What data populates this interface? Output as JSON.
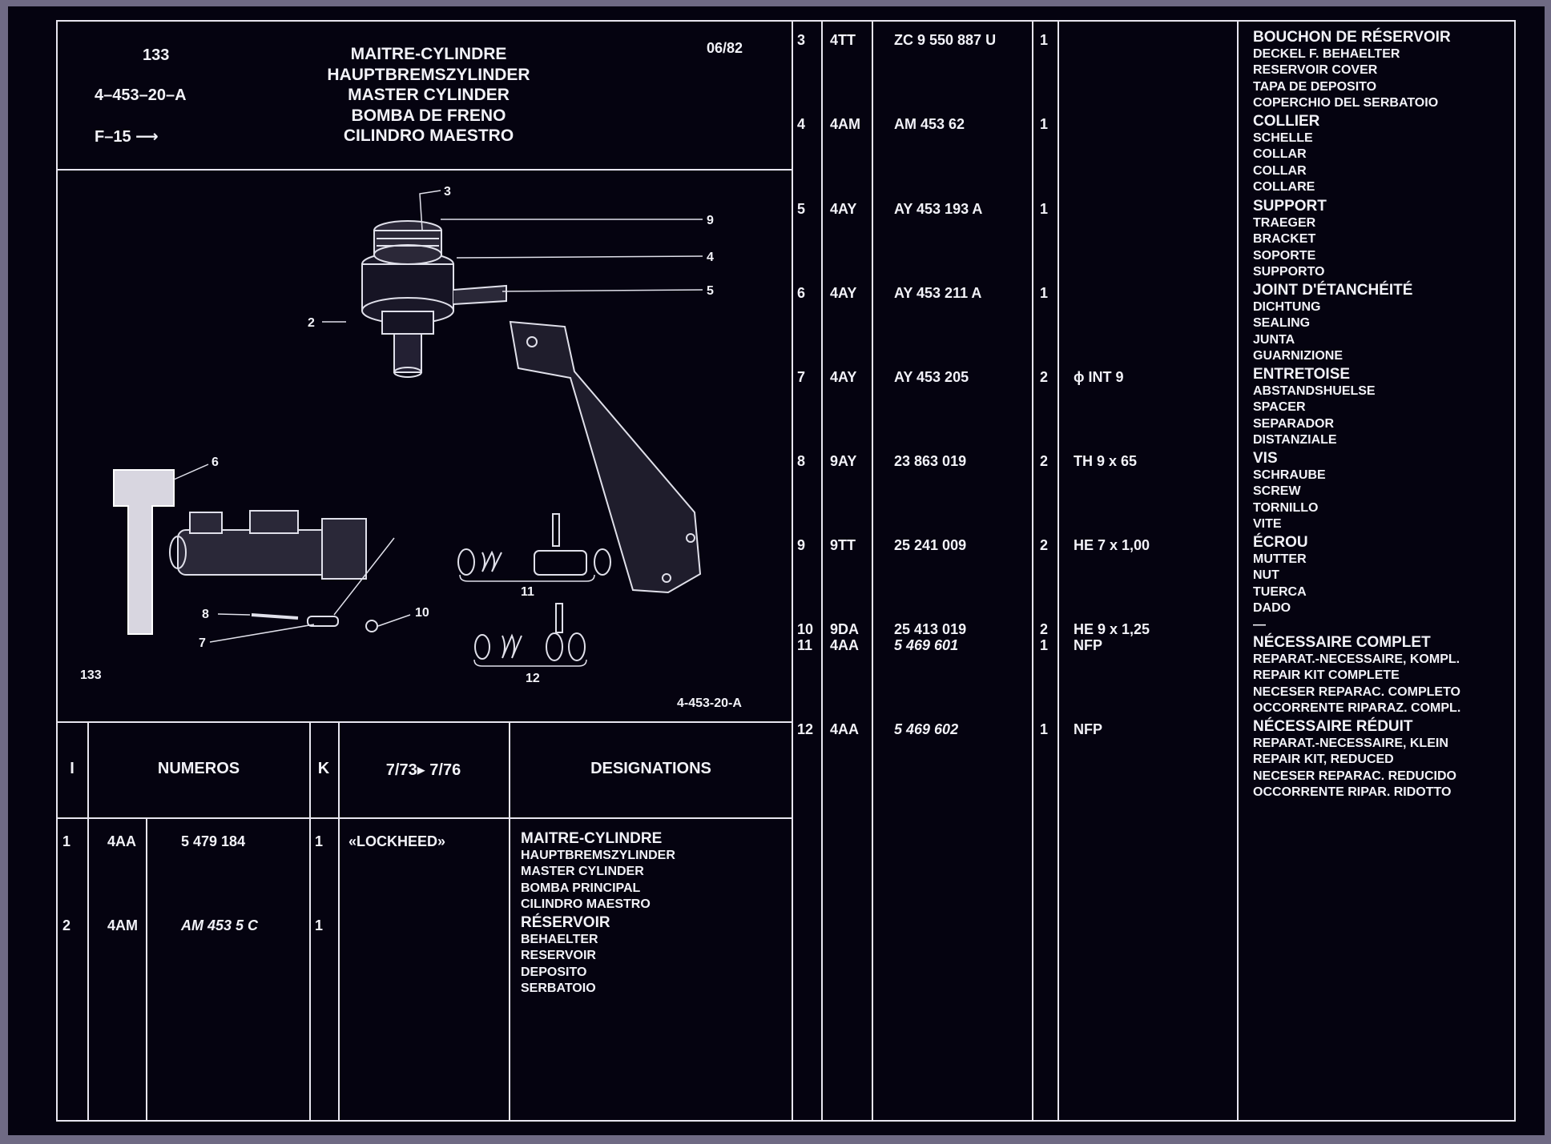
{
  "header": {
    "model": "133",
    "group_ref": "4–453–20–A",
    "applicability": "F–15  ⟶",
    "date": "06/82",
    "titles": [
      "MAITRE-CYLINDRE",
      "HAUPTBREMSZYLINDER",
      "MASTER CYLINDER",
      "BOMBA DE FRENO",
      "CILINDRO MAESTRO"
    ]
  },
  "diagram": {
    "model_label": "133",
    "ref_label": "4-453-20-A",
    "callouts": [
      "3",
      "9",
      "4",
      "5",
      "2",
      "6",
      "8",
      "7",
      "10",
      "11",
      "12"
    ]
  },
  "table_headers": {
    "index": "I",
    "numbers": "NUMEROS",
    "qty": "K",
    "period": "7/73▸ 7/76",
    "designations": "DESIGNATIONS"
  },
  "parts_left": [
    {
      "index": "1",
      "code": "4AA",
      "number": "5  479  184",
      "italic": false,
      "qty": "1",
      "note": "«LOCKHEED»",
      "designations": [
        "MAITRE-CYLINDRE",
        "HAUPTBREMSZYLINDER",
        "MASTER CYLINDER",
        "BOMBA PRINCIPAL",
        "CILINDRO MAESTRO"
      ]
    },
    {
      "index": "2",
      "code": "4AM",
      "number": "AM  453      5  C",
      "italic": true,
      "qty": "1",
      "note": "",
      "designations": [
        "RÉSERVOIR",
        "BEHAELTER",
        "RESERVOIR",
        "DEPOSITO",
        "SERBATOIO"
      ]
    }
  ],
  "parts_right": [
    {
      "index": "3",
      "code": "4TT",
      "number": "ZC  9  550  887  U",
      "italic": false,
      "qty": "1",
      "note": "",
      "designations": [
        "BOUCHON DE RÉSERVOIR",
        "DECKEL F. BEHAELTER",
        "RESERVOIR COVER",
        "TAPA DE DEPOSITO",
        "COPERCHIO DEL SERBATOIO"
      ]
    },
    {
      "index": "4",
      "code": "4AM",
      "number": "AM  453    62",
      "italic": false,
      "qty": "1",
      "note": "",
      "designations": [
        "COLLIER",
        "SCHELLE",
        "COLLAR",
        "COLLAR",
        "COLLARE"
      ]
    },
    {
      "index": "5",
      "code": "4AY",
      "number": "AY  453  193  A",
      "italic": false,
      "qty": "1",
      "note": "",
      "designations": [
        "SUPPORT",
        "TRAEGER",
        "BRACKET",
        "SOPORTE",
        "SUPPORTO"
      ]
    },
    {
      "index": "6",
      "code": "4AY",
      "number": "AY  453  211  A",
      "italic": false,
      "qty": "1",
      "note": "",
      "designations": [
        "JOINT D'ÉTANCHÉITÉ",
        "DICHTUNG",
        "SEALING",
        "JUNTA",
        "GUARNIZIONE"
      ]
    },
    {
      "index": "7",
      "code": "4AY",
      "number": "AY  453  205",
      "italic": false,
      "qty": "2",
      "note": "ϕ INT 9",
      "designations": [
        "ENTRETOISE",
        "ABSTANDSHUELSE",
        "SPACER",
        "SEPARADOR",
        "DISTANZIALE"
      ]
    },
    {
      "index": "8",
      "code": "9AY",
      "number": "23  863  019",
      "italic": false,
      "qty": "2",
      "note": "TH 9 x 65",
      "designations": [
        "VIS",
        "SCHRAUBE",
        "SCREW",
        "TORNILLO",
        "VITE"
      ]
    },
    {
      "index": "9",
      "code": "9TT",
      "number": "25  241  009",
      "italic": false,
      "qty": "2",
      "note": "HE 7 x 1,00",
      "designations": [
        "ÉCROU",
        "MUTTER",
        "NUT",
        "TUERCA",
        "DADO",
        "—"
      ]
    },
    {
      "index": "10",
      "code": "9DA",
      "number": "25  413  019",
      "italic": false,
      "qty": "2",
      "note": "HE 9 x 1,25",
      "designations": []
    },
    {
      "index": "11",
      "code": "4AA",
      "number": "5  469  601",
      "italic": true,
      "qty": "1",
      "note": "NFP",
      "designations": [
        "NÉCESSAIRE COMPLET",
        "REPARAT.-NECESSAIRE, KOMPL.",
        "REPAIR KIT COMPLETE",
        "NECESER REPARAC. COMPLETO",
        "OCCORRENTE RIPARAZ. COMPL."
      ]
    },
    {
      "index": "12",
      "code": "4AA",
      "number": "5  469  602",
      "italic": true,
      "qty": "1",
      "note": "NFP",
      "designations": [
        "NÉCESSAIRE RÉDUIT",
        "REPARAT.-NECESSAIRE, KLEIN",
        "REPAIR KIT, REDUCED",
        "NECESER REPARAC. REDUCIDO",
        "OCCORRENTE RIPAR. RIDOTTO"
      ]
    }
  ],
  "colors": {
    "background": "#050310",
    "ink": "#f2f2f8",
    "border": "#6f6a84"
  }
}
